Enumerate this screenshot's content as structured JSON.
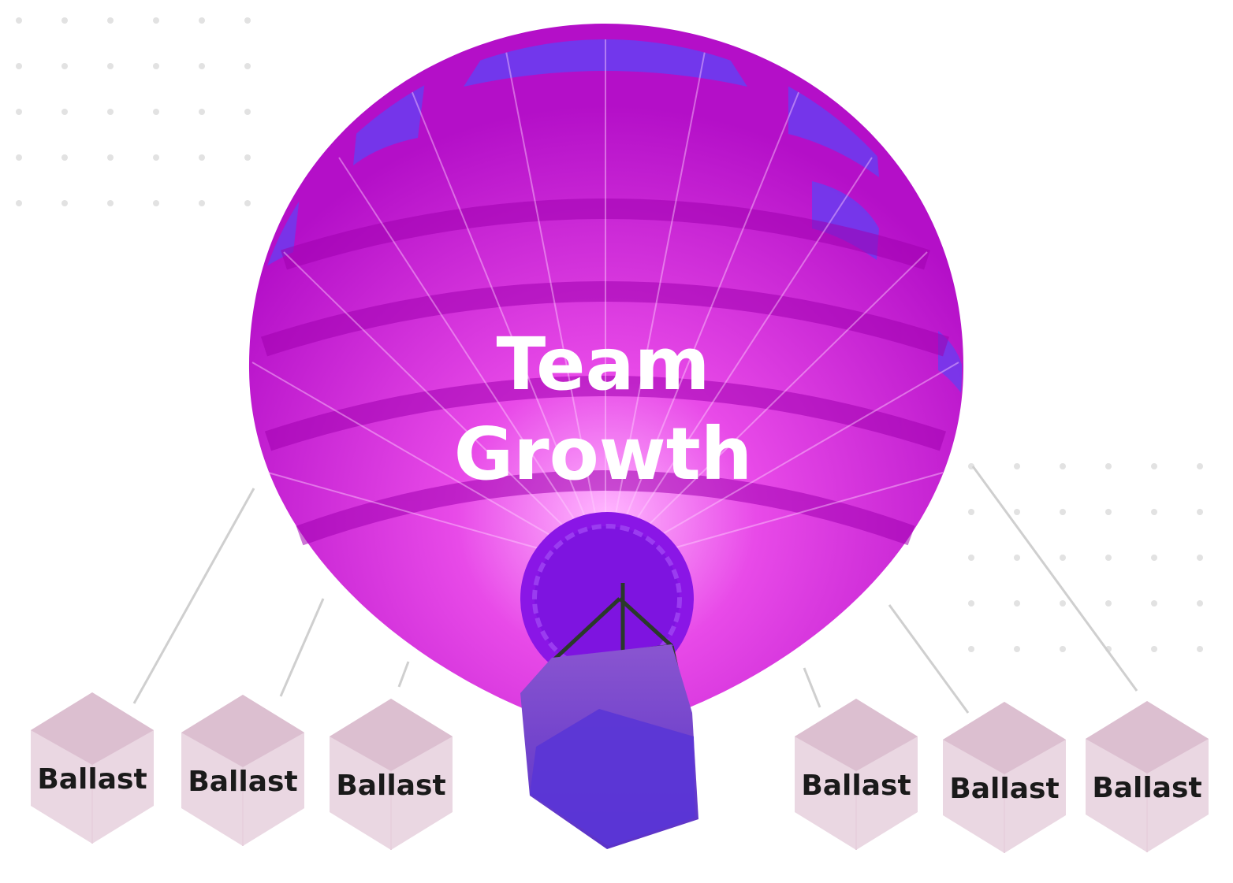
{
  "title": {
    "line1": "Team",
    "line2": "Growth"
  },
  "ballast_items": [
    {
      "label": "Ballast",
      "side": "left"
    },
    {
      "label": "Ballast",
      "side": "left"
    },
    {
      "label": "Ballast",
      "side": "left"
    },
    {
      "label": "Ballast",
      "side": "right"
    },
    {
      "label": "Ballast",
      "side": "right"
    },
    {
      "label": "Ballast",
      "side": "right"
    }
  ],
  "colors": {
    "balloon_magenta": "#d81ee0",
    "balloon_dark": "#a000b0",
    "balloon_blue": "#6a3cf0",
    "basket": "#6f3fd8",
    "cube_light": "#ead7e2",
    "cube_mid": "#dcbfd0",
    "rope": "#cccccc",
    "dots": "#e2e2e2"
  },
  "icons": {
    "balloon": "hot-air-balloon-icon",
    "ballast": "cube-icon"
  }
}
